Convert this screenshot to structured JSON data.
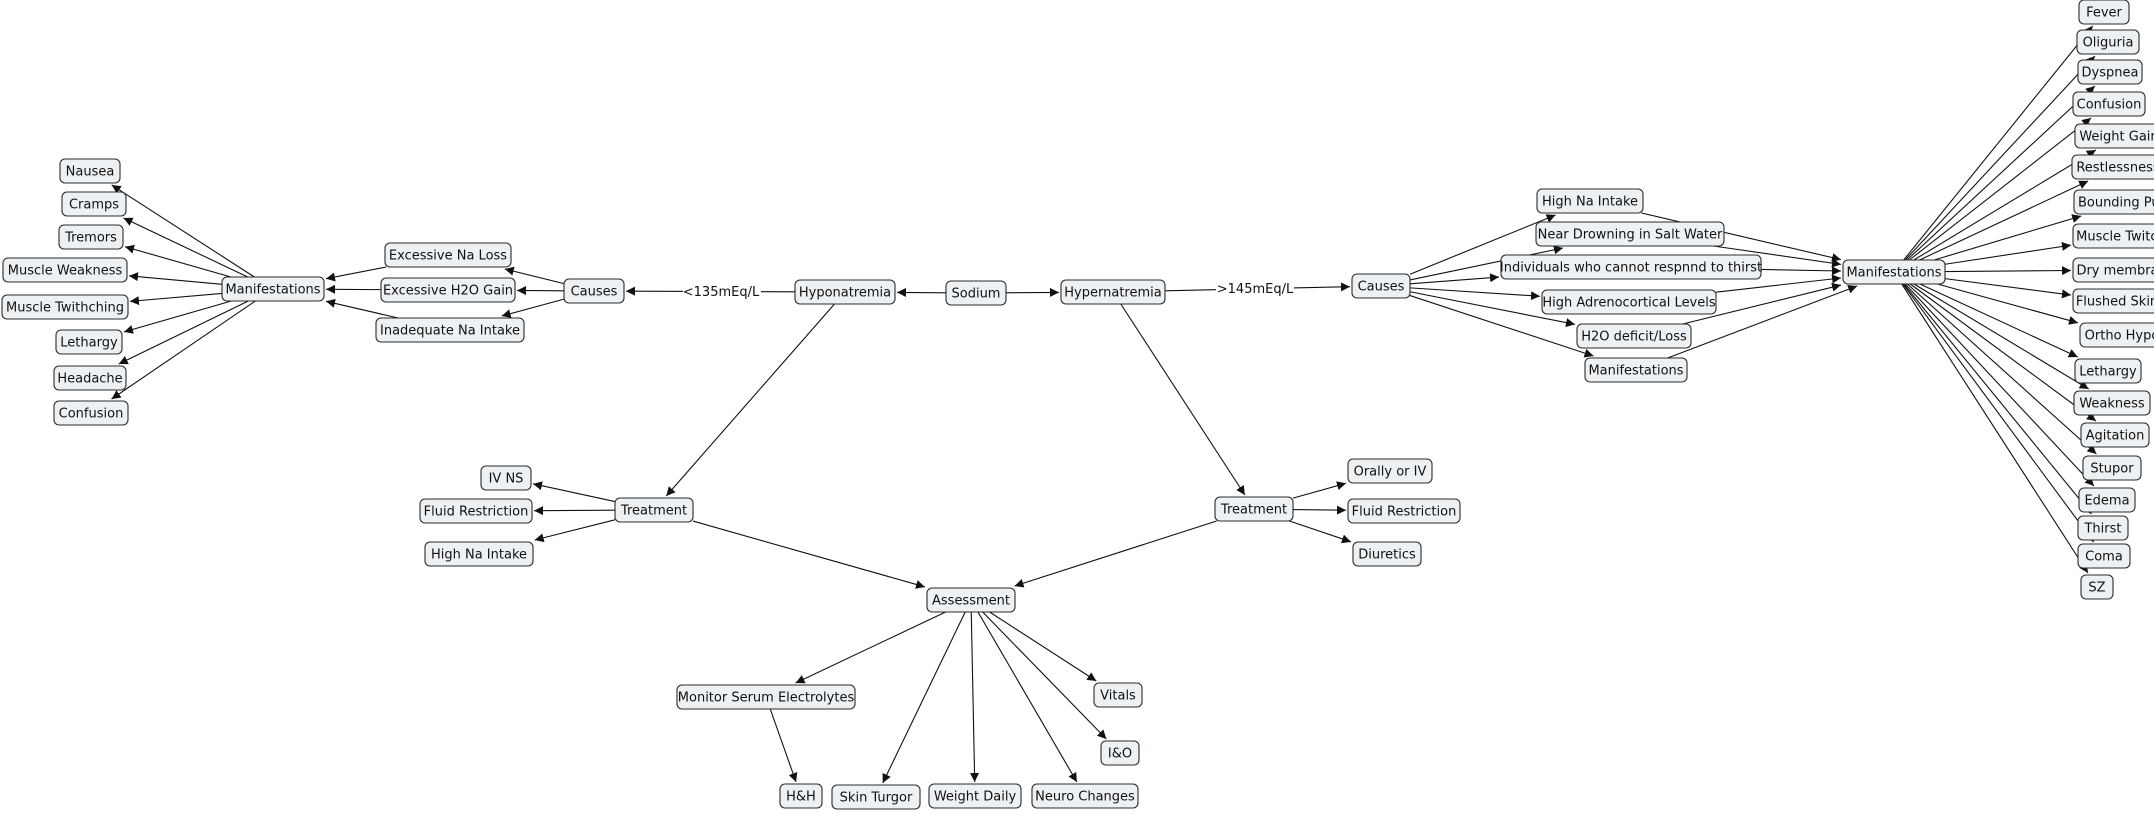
{
  "nodes": {
    "sodium": "Sodium",
    "hypo": "Hyponatremia",
    "hyper": "Hypernatremia",
    "causes_l": "Causes",
    "excess_na_loss": "Excessive Na Loss",
    "excess_h2o_gain": "Excessive H2O Gain",
    "inadequate_na": "Inadequate Na Intake",
    "manif_l": "Manifestations",
    "nausea": "Nausea",
    "cramps": "Cramps",
    "tremors": "Tremors",
    "muscle_weakness": "Muscle Weakness",
    "muscle_twitch_l": "Muscle Twithching",
    "lethargy_l": "Lethargy",
    "headache": "Headache",
    "confusion_l": "Confusion",
    "treat_l": "Treatment",
    "iv_ns": "IV NS",
    "fluid_restr_l": "Fluid Restriction",
    "high_na_intake_l": "High Na Intake",
    "assessment": "Assessment",
    "monitor_serum": "Monitor Serum Electrolytes",
    "hh": "H&H",
    "skin_turgor": "Skin Turgor",
    "weight_daily": "Weight Daily",
    "neuro_changes": "Neuro Changes",
    "io": "I&O",
    "vitals": "Vitals",
    "treat_r": "Treatment",
    "orally_iv": "Orally or IV",
    "fluid_restr_r": "Fluid Restriction",
    "diuretics": "Diuretics",
    "causes_r": "Causes",
    "high_na_intake_r": "High Na Intake",
    "near_drowning": "Near Drowning in Salt Water",
    "cannot_respond": "Individuals who cannot respnnd to thirst",
    "high_adreno": "High Adrenocortical Levels",
    "h2o_deficit": "H2O deficit/Loss",
    "manif_mid": "Manifestations",
    "manif_r": "Manifestations",
    "fever": "Fever",
    "oliguria": "Oliguria",
    "dyspnea": "Dyspnea",
    "confusion_r": "Confusion",
    "weight_gain": "Weight Gain",
    "restlessness": "Restlessness",
    "bounding_pulse": "Bounding Pulse",
    "muscle_twitch_r": "Muscle Twitching",
    "dry_membranes": "Dry membranes",
    "flushed_skin": "Flushed Skin",
    "ortho_hypo": "Ortho Hypo",
    "lethargy_r": "Lethargy",
    "weakness": "Weakness",
    "agitation": "Agitation",
    "stupor": "Stupor",
    "edema": "Edema",
    "thirst": "Thirst",
    "coma": "Coma",
    "sz": "SZ"
  },
  "edge_labels": {
    "hypo_to_causes": "<135mEq/L",
    "hyper_to_causes": ">145mEq/L"
  },
  "edges": [
    [
      "sodium",
      "hypo"
    ],
    [
      "sodium",
      "hyper"
    ],
    [
      "hypo",
      "causes_l"
    ],
    [
      "hypo",
      "treat_l"
    ],
    [
      "causes_l",
      "excess_na_loss"
    ],
    [
      "causes_l",
      "excess_h2o_gain"
    ],
    [
      "causes_l",
      "inadequate_na"
    ],
    [
      "excess_na_loss",
      "manif_l"
    ],
    [
      "excess_h2o_gain",
      "manif_l"
    ],
    [
      "inadequate_na",
      "manif_l"
    ],
    [
      "manif_l",
      "nausea"
    ],
    [
      "manif_l",
      "cramps"
    ],
    [
      "manif_l",
      "tremors"
    ],
    [
      "manif_l",
      "muscle_weakness"
    ],
    [
      "manif_l",
      "muscle_twitch_l"
    ],
    [
      "manif_l",
      "lethargy_l"
    ],
    [
      "manif_l",
      "headache"
    ],
    [
      "manif_l",
      "confusion_l"
    ],
    [
      "treat_l",
      "iv_ns"
    ],
    [
      "treat_l",
      "fluid_restr_l"
    ],
    [
      "treat_l",
      "high_na_intake_l"
    ],
    [
      "treat_l",
      "assessment"
    ],
    [
      "assessment",
      "monitor_serum"
    ],
    [
      "monitor_serum",
      "hh"
    ],
    [
      "assessment",
      "skin_turgor"
    ],
    [
      "assessment",
      "weight_daily"
    ],
    [
      "assessment",
      "neuro_changes"
    ],
    [
      "assessment",
      "io"
    ],
    [
      "assessment",
      "vitals"
    ],
    [
      "hyper",
      "causes_r"
    ],
    [
      "hyper",
      "treat_r"
    ],
    [
      "treat_r",
      "orally_iv"
    ],
    [
      "treat_r",
      "fluid_restr_r"
    ],
    [
      "treat_r",
      "diuretics"
    ],
    [
      "treat_r",
      "assessment"
    ],
    [
      "causes_r",
      "high_na_intake_r"
    ],
    [
      "causes_r",
      "near_drowning"
    ],
    [
      "causes_r",
      "cannot_respond"
    ],
    [
      "causes_r",
      "high_adreno"
    ],
    [
      "causes_r",
      "h2o_deficit"
    ],
    [
      "causes_r",
      "manif_mid"
    ],
    [
      "high_na_intake_r",
      "manif_r"
    ],
    [
      "near_drowning",
      "manif_r"
    ],
    [
      "cannot_respond",
      "manif_r"
    ],
    [
      "high_adreno",
      "manif_r"
    ],
    [
      "h2o_deficit",
      "manif_r"
    ],
    [
      "manif_mid",
      "manif_r"
    ],
    [
      "manif_r",
      "fever"
    ],
    [
      "manif_r",
      "oliguria"
    ],
    [
      "manif_r",
      "dyspnea"
    ],
    [
      "manif_r",
      "confusion_r"
    ],
    [
      "manif_r",
      "weight_gain"
    ],
    [
      "manif_r",
      "restlessness"
    ],
    [
      "manif_r",
      "bounding_pulse"
    ],
    [
      "manif_r",
      "muscle_twitch_r"
    ],
    [
      "manif_r",
      "dry_membranes"
    ],
    [
      "manif_r",
      "flushed_skin"
    ],
    [
      "manif_r",
      "ortho_hypo"
    ],
    [
      "manif_r",
      "lethargy_r"
    ],
    [
      "manif_r",
      "weakness"
    ],
    [
      "manif_r",
      "agitation"
    ],
    [
      "manif_r",
      "stupor"
    ],
    [
      "manif_r",
      "edema"
    ],
    [
      "manif_r",
      "thirst"
    ],
    [
      "manif_r",
      "coma"
    ],
    [
      "manif_r",
      "sz"
    ]
  ]
}
